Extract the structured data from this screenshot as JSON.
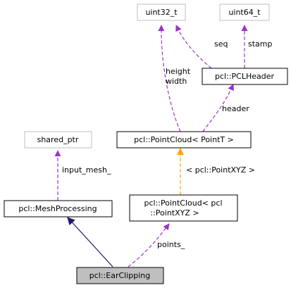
{
  "colors": {
    "background": "#ffffff",
    "node_border": "#000000",
    "external_border": "#bfbfbf",
    "highlight_fill": "#bfbfbf",
    "member_edge": "#9a32cd",
    "inheritance_edge": "#191970",
    "template_edge": "#ffa500"
  },
  "nodes": {
    "uint32_t": {
      "line1": "uint32_t"
    },
    "uint64_t": {
      "line1": "uint64_t"
    },
    "pcl_header": {
      "line1": "pcl::PCLHeader"
    },
    "shared_ptr": {
      "line1": "shared_ptr"
    },
    "point_cloud_t": {
      "line1": "pcl::PointCloud< PointT >"
    },
    "mesh_processing": {
      "line1": "pcl::MeshProcessing"
    },
    "point_cloud_xyz": {
      "line1": "pcl::PointCloud< pcl",
      "line2": "::PointXYZ >"
    },
    "ear_clipping": {
      "line1": "pcl::EarClipping"
    }
  },
  "edge_labels": {
    "seq": "seq",
    "stamp": "stamp",
    "height": "height",
    "width": "width",
    "header": "header",
    "input_mesh": "input_mesh_",
    "template_arg": "< pcl::PointXYZ >",
    "points": "points_"
  }
}
